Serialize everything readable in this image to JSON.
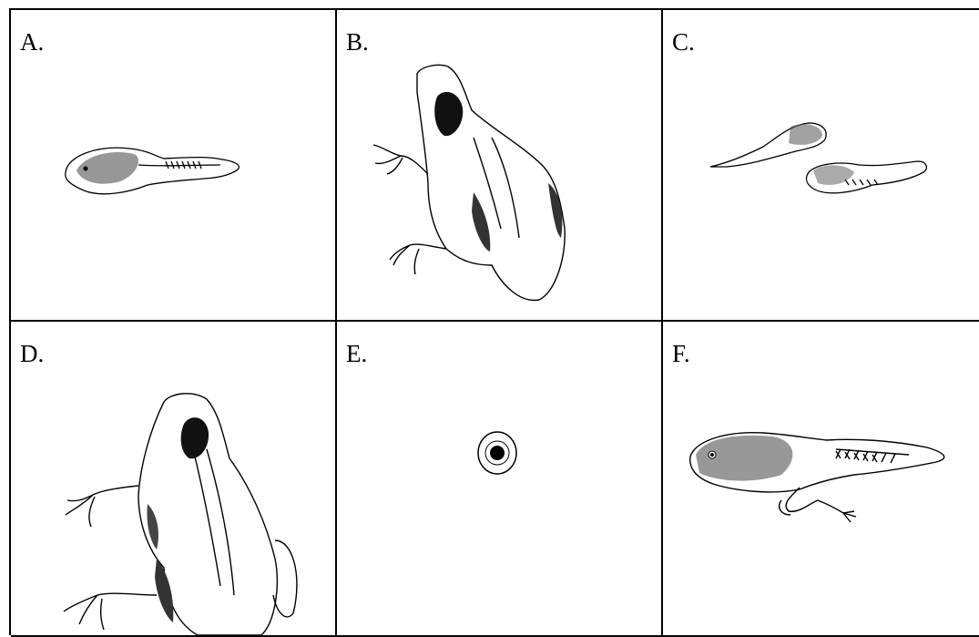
{
  "panels": [
    {
      "label": "A.",
      "subject": "tadpole-early-icon"
    },
    {
      "label": "B.",
      "subject": "young-frog-icon"
    },
    {
      "label": "C.",
      "subject": "hatchling-tadpoles-icon"
    },
    {
      "label": "D.",
      "subject": "adult-frog-icon"
    },
    {
      "label": "E.",
      "subject": "frog-egg-icon"
    },
    {
      "label": "F.",
      "subject": "tadpole-with-legs-icon"
    }
  ]
}
